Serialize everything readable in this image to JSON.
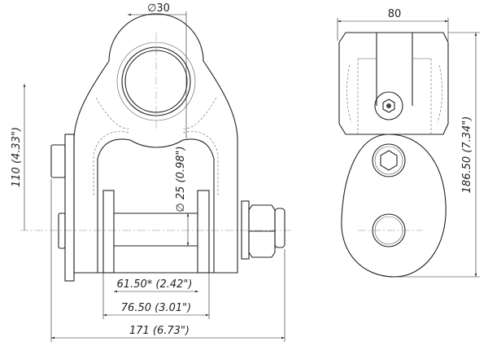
{
  "dimensions": {
    "bore_diameter": "∅30",
    "width_80": "80",
    "height_110": "110 (4.33\")",
    "pin_diameter": "∅ 25 (0.98\")",
    "inner_width": "61.50* (2.42\")",
    "leg_width": "76.50 (3.01\")",
    "overall_width": "171 (6.73\")",
    "overall_height": "186.50 (7.34\")"
  }
}
